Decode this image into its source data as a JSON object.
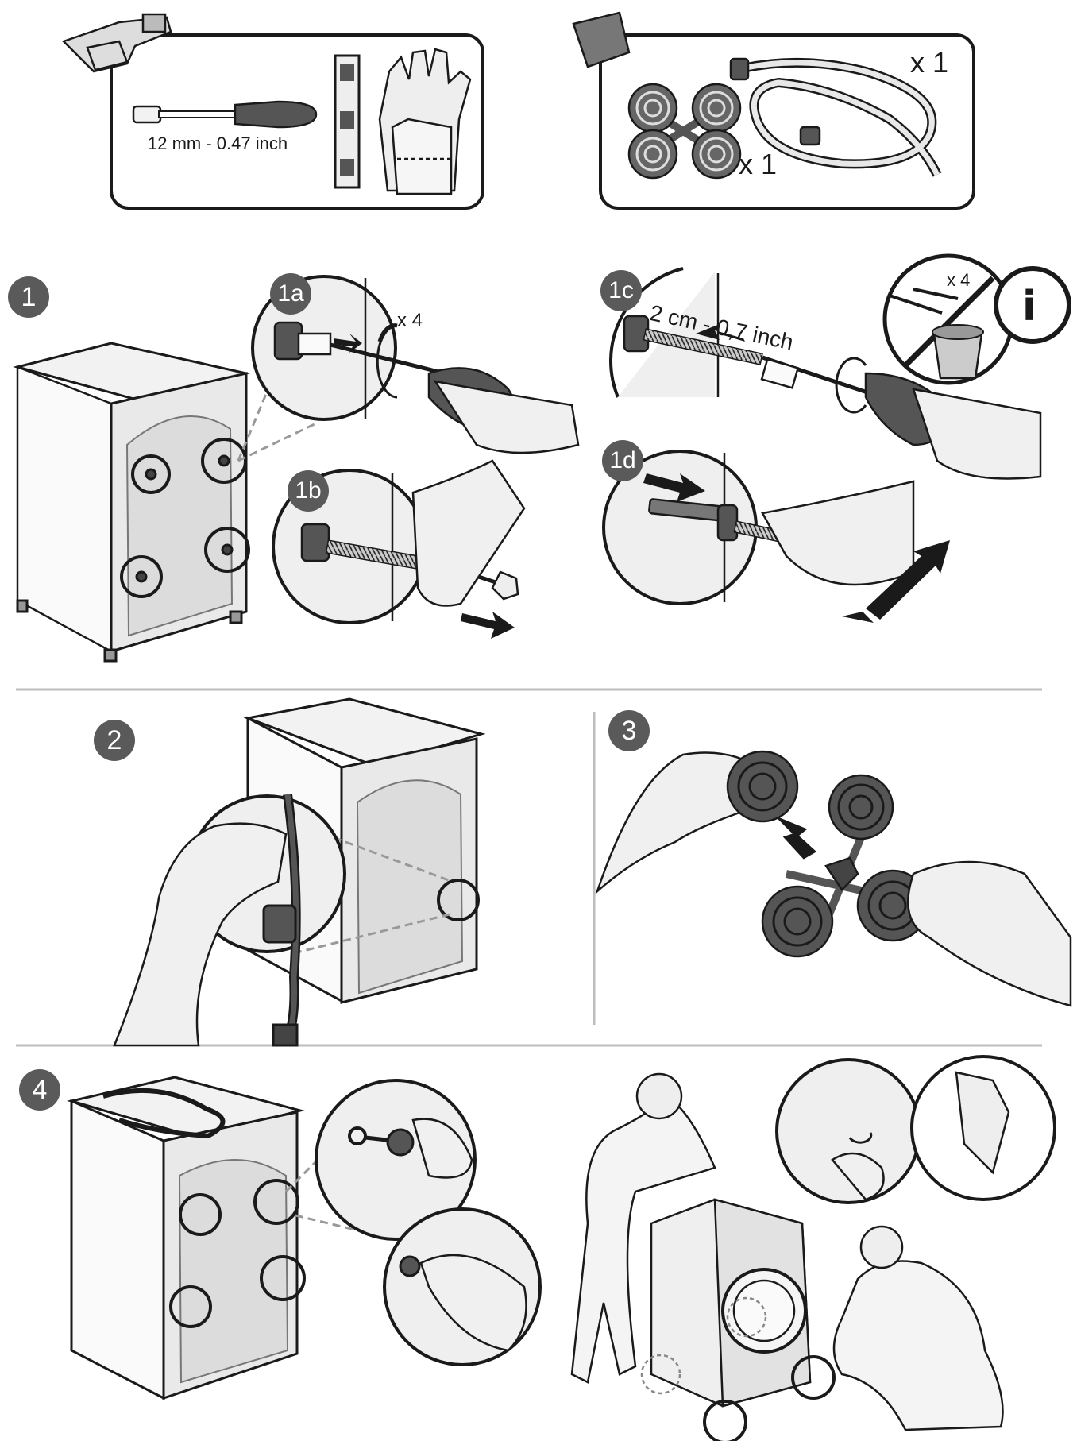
{
  "tools_box": {
    "screwdriver_size": "12 mm - 0.47 inch"
  },
  "parts_box": {
    "hose_qty": "x 1",
    "feet_qty": "x 1"
  },
  "steps": {
    "step1": "1",
    "step1a": "1a",
    "step1b": "1b",
    "step1c": "1c",
    "step1d": "1d",
    "step2": "2",
    "step3": "3",
    "step4": "4"
  },
  "step1a_qty": "x 4",
  "step1c_distance": "2 cm - 0,7 inch",
  "info_panel": {
    "qty": "x 4",
    "info_symbol": "i"
  },
  "colors": {
    "badge": "#5a5a5a",
    "outline": "#1a1a1a",
    "fill_light": "#e6e6e6",
    "fill_dark": "#4a4a4a",
    "divider": "#bdbdbd"
  }
}
